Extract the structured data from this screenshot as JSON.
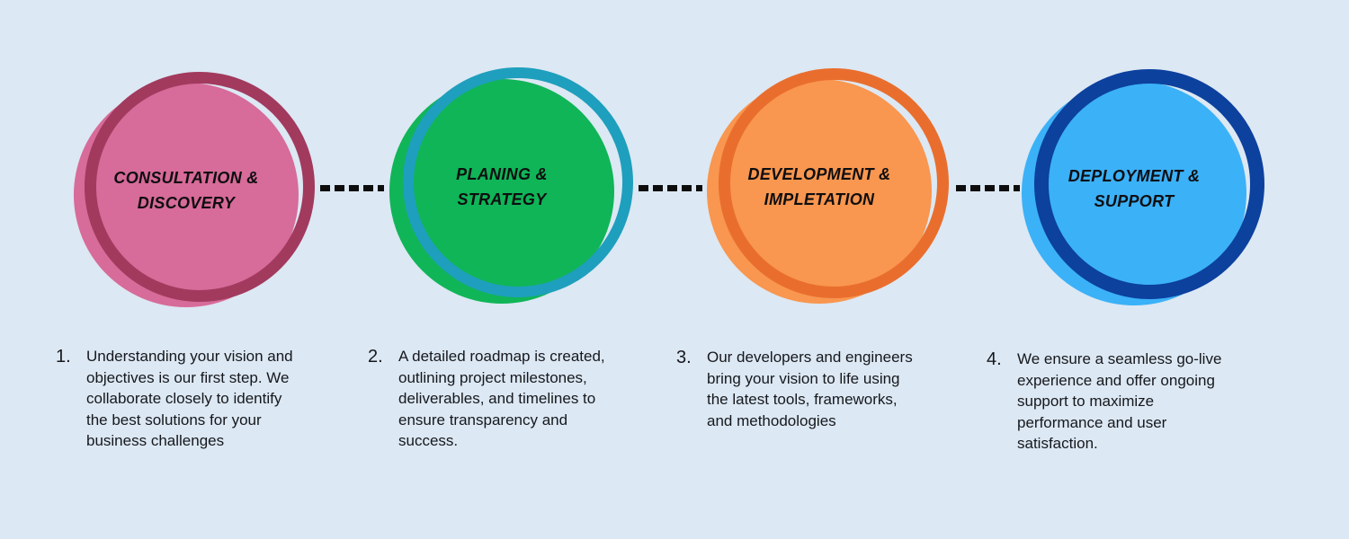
{
  "colors": {
    "background": "#dce8f3",
    "connector": "#0d0d0d",
    "title_text": "#0e0e10",
    "body_text": "#16181d"
  },
  "steps": [
    {
      "number": "1.",
      "title": "CONSULTATION &\nDISCOVERY",
      "description": "Understanding your vision and\nobjectives is our first step. We\ncollaborate closely to identify\nthe best solutions for your\nbusiness challenges",
      "fill_color": "#d76b99",
      "ring_color": "#a23a5e"
    },
    {
      "number": "2.",
      "title": "PLANING &\nSTRATEGY",
      "description": "A detailed roadmap is created,\noutlining project milestones,\ndeliverables, and timelines to\nensure transparency and\nsuccess.",
      "fill_color": "#10b558",
      "ring_color": "#1e9fbd"
    },
    {
      "number": "3.",
      "title": "DEVELOPMENT &\nIMPLETATION",
      "description": "Our developers and engineers\nbring your vision to life using\nthe latest tools, frameworks,\nand methodologies",
      "fill_color": "#f9964f",
      "ring_color": "#e96e2e"
    },
    {
      "number": "4.",
      "title": "DEPLOYMENT &\nSUPPORT",
      "description": "We ensure a seamless go-live\nexperience and offer ongoing\nsupport to maximize\nperformance and user\nsatisfaction.",
      "fill_color": "#3bb1f8",
      "ring_color": "#0c419e"
    }
  ]
}
